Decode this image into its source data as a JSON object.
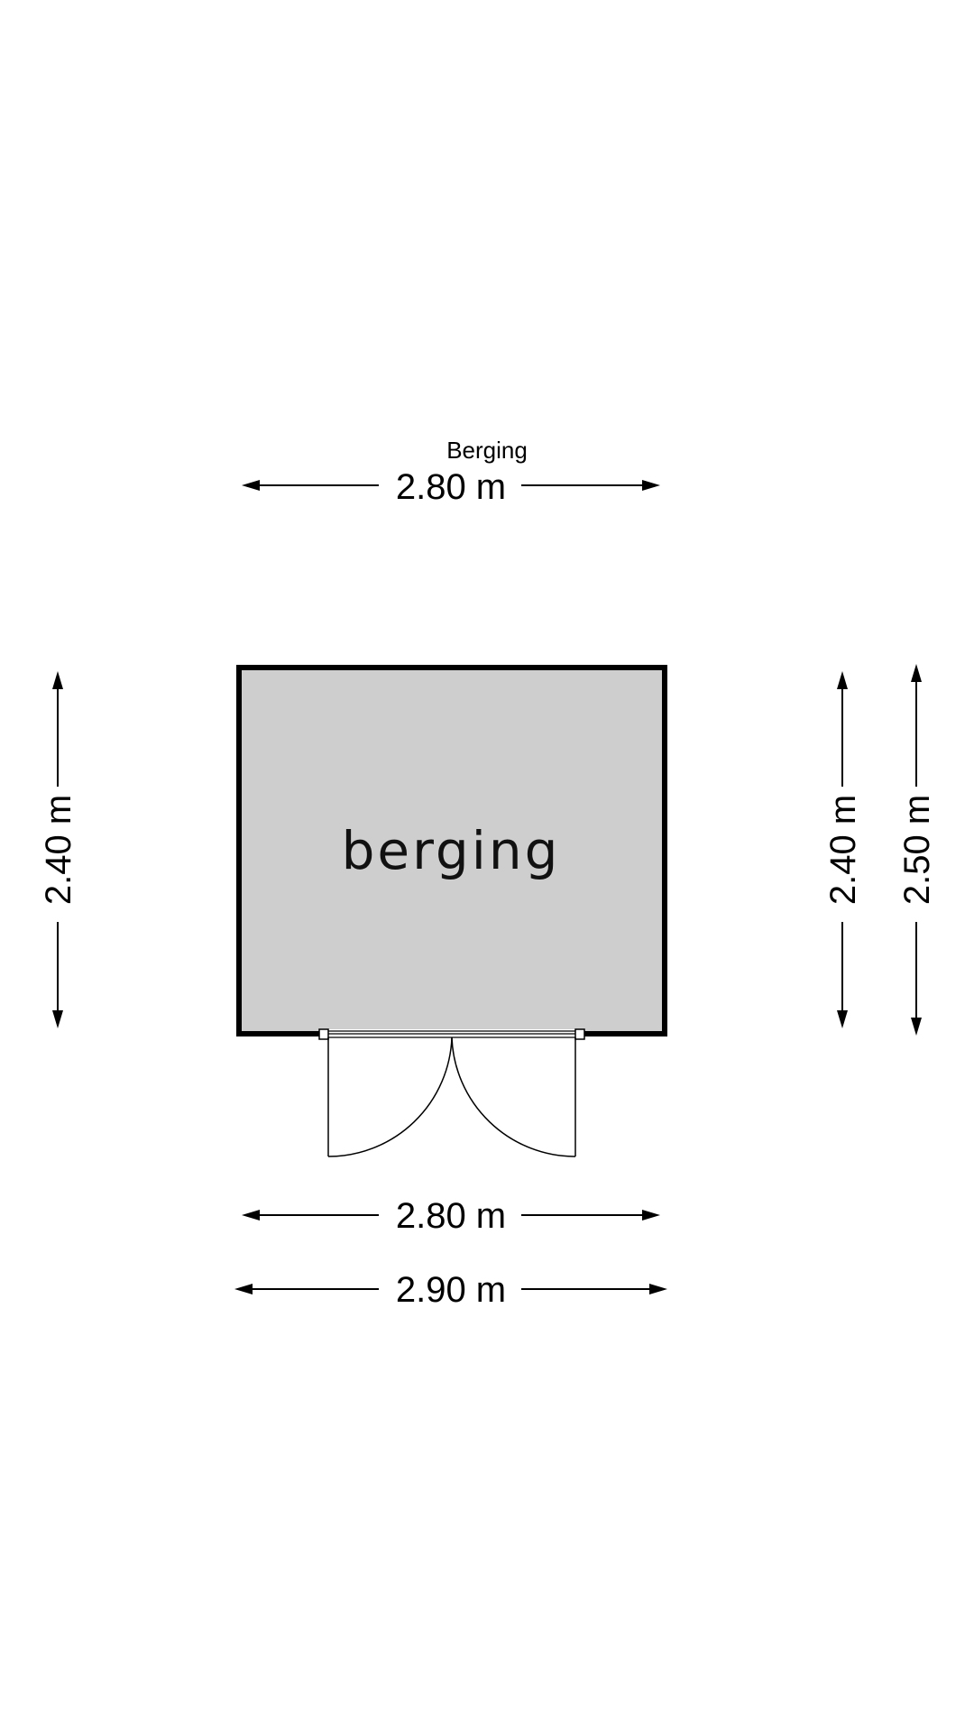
{
  "plan": {
    "title": "Berging",
    "room_label": "berging",
    "room_fill": "#cdcecd",
    "wall_color": "#000000"
  },
  "dimensions": {
    "top_width": "2.80 m",
    "bottom_width_inner": "2.80 m",
    "bottom_width_outer": "2.90 m",
    "left_height": "2.40 m",
    "right_height_inner": "2.40 m",
    "right_height_outer": "2.50 m"
  }
}
